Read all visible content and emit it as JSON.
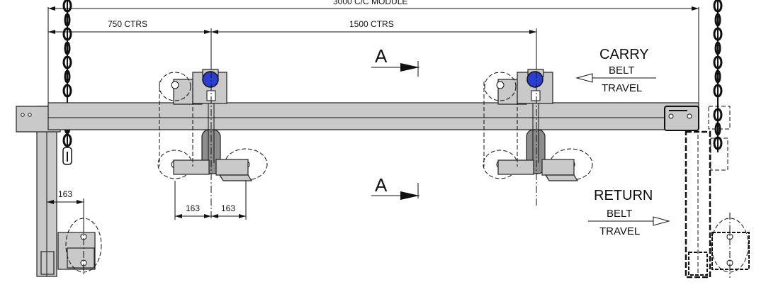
{
  "dimensions": {
    "overall": "3000 C/C MODULE",
    "left_span": "750 CTRS",
    "right_span": "1500 CTRS",
    "left_post_offset": "163",
    "roller_offset_left": "163",
    "roller_offset_right": "163"
  },
  "section_marks": {
    "top": "A",
    "bottom": "A"
  },
  "carry": {
    "title": "CARRY",
    "line1": "BELT",
    "line2": "TRAVEL"
  },
  "return": {
    "title": "RETURN",
    "line1": "BELT",
    "line2": "TRAVEL"
  },
  "colors": {
    "steel": "#c9c9c9",
    "roller": "#8e8e8e",
    "bearing_blue": "#2a3fd1"
  }
}
